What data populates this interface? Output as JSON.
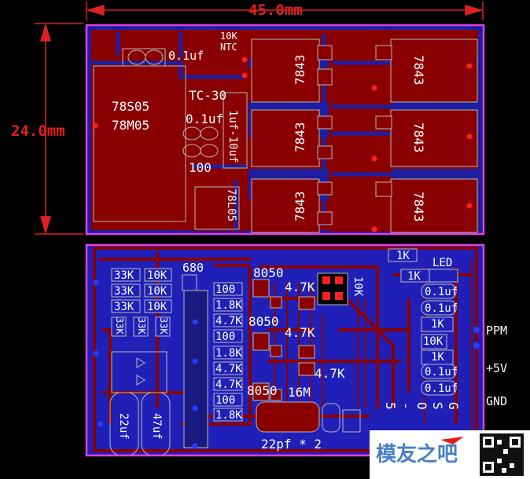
{
  "dimensions": {
    "width": "45.0mm",
    "height": "24.0mm"
  },
  "top_board": {
    "labels": {
      "c_top": "0.1uf",
      "ntc_value": "10K",
      "ntc": "NTC",
      "reg_main_1": "78S05",
      "reg_main_2": "78M05",
      "tc": "TC-30",
      "c_mid": "0.1uf",
      "c_vert": "1uf-10uf",
      "r100": "100",
      "reg_small": "78L05"
    },
    "chips": [
      "7843",
      "7843",
      "7843",
      "7843",
      "7843",
      "7843"
    ]
  },
  "bottom_board": {
    "left_resistors": [
      [
        "33K",
        "10K"
      ],
      [
        "33K",
        "10K"
      ],
      [
        "33K",
        "10K"
      ]
    ],
    "rot_33k": [
      "33K",
      "33K",
      "33K"
    ],
    "caps": {
      "c1": "22uf",
      "c2": "47uf"
    },
    "r680": "680",
    "column": [
      "100",
      "1.8K",
      "4.7K",
      "100",
      "1.8K",
      "4.7K",
      "4.7K",
      "100",
      "1.8K"
    ],
    "transistors": [
      "8050",
      "8050",
      "8050"
    ],
    "r47k": [
      "4.7K",
      "4.7K",
      "4.7K"
    ],
    "r10k": "10K",
    "crystal": "16M",
    "xtal_caps": "22pf * 2",
    "right_col": [
      "1K",
      "1K",
      "0.1uf",
      "0.1uf",
      "1K",
      "10K",
      "1K",
      "0.1uf",
      "0.1uf"
    ],
    "led": "LED",
    "pins": [
      "5",
      "-",
      "O",
      "S",
      "G"
    ],
    "side_labels": [
      "PPM",
      "+5V",
      "GND"
    ]
  },
  "watermark": {
    "text": "模友之吧"
  }
}
